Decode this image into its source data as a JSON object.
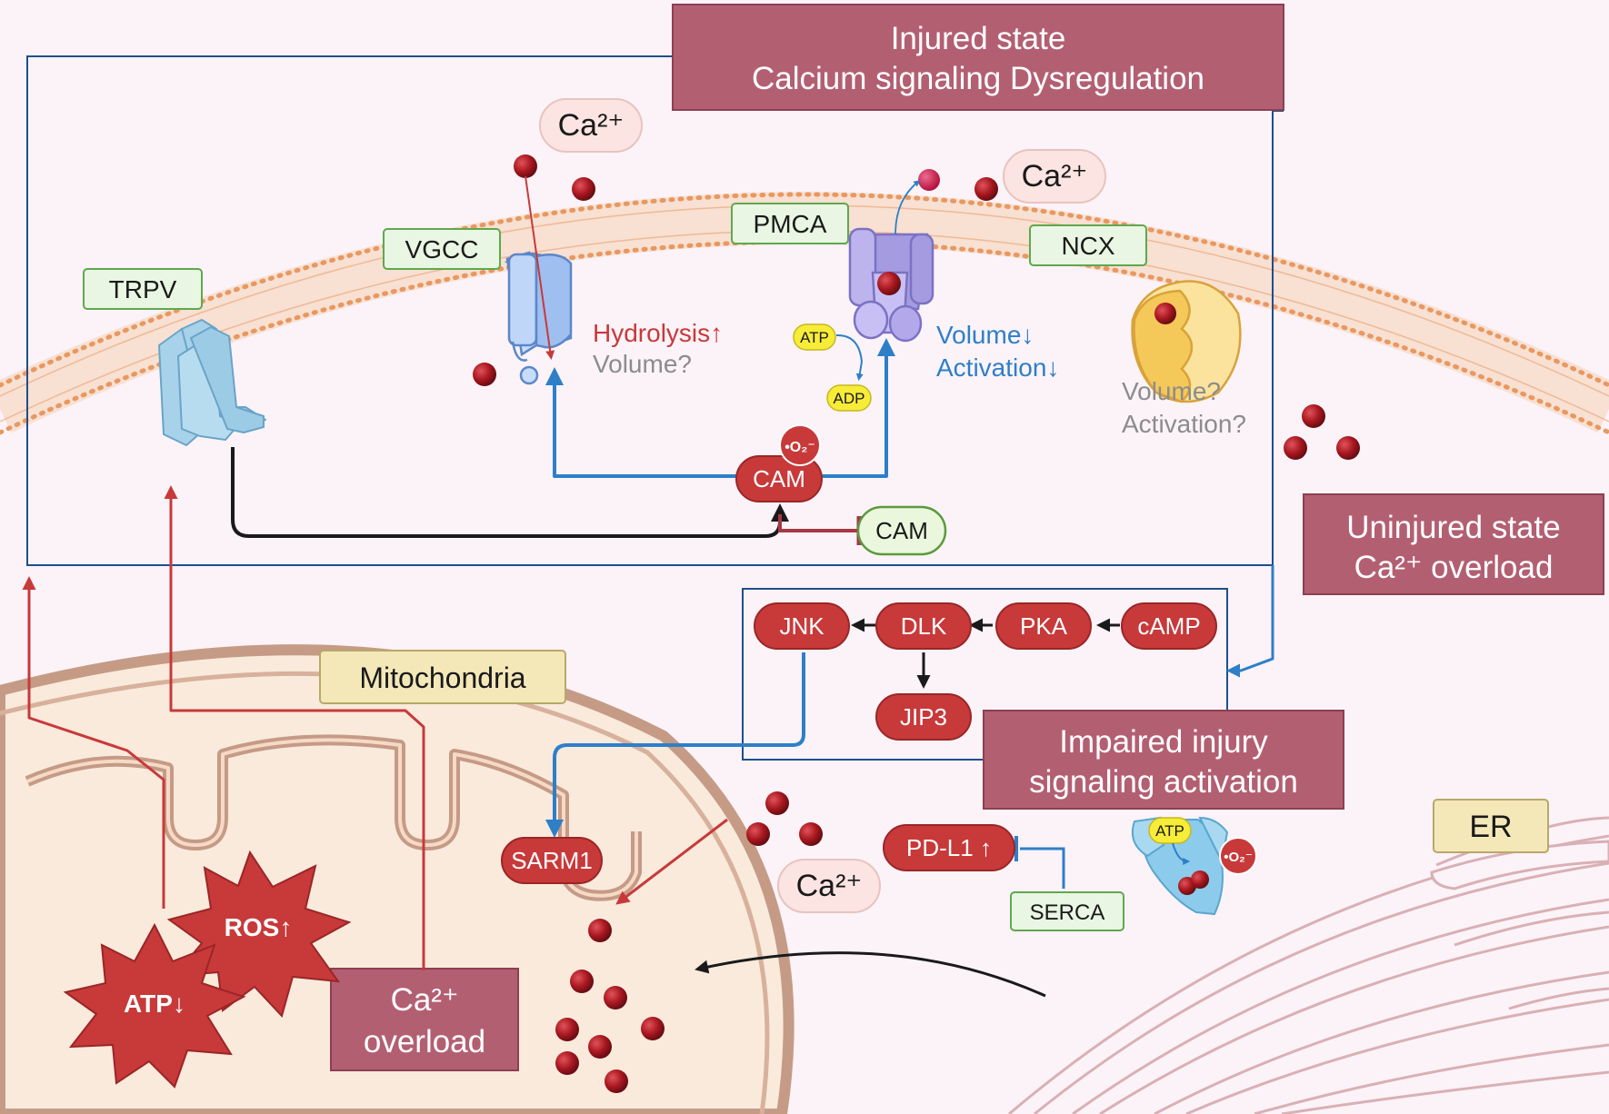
{
  "colors": {
    "background": "#fbf3f8",
    "box_fill": "#b35f72",
    "box_border": "#8e3f52",
    "box_text": "#ffffff",
    "node_red": "#c8393a",
    "node_red_border": "#9a2626",
    "label_green_fill": "#e9f6e3",
    "label_green_border": "#5fa84e",
    "label_tan_fill": "#f4e8b9",
    "label_tan_border": "#b8a86a",
    "arrow_blue": "#2e7fc8",
    "arrow_red": "#c8393a",
    "frame_blue": "#1d4f8c",
    "membrane": "#e89860",
    "mito_wall": "#c59b86",
    "er_wall": "#d9b0b5",
    "calcium": "#9e1620",
    "cam_green_fill": "#eaf7dd",
    "cam_green_border": "#5a9a3e",
    "gray_text": "#8c8c8c",
    "red_text": "#c8393a",
    "blue_text": "#2e7fc8"
  },
  "titles": {
    "injured_line1": "Injured state",
    "injured_line2": "Calcium signaling Dysregulation",
    "uninjured_line1": "Uninjured state",
    "uninjured_line2": "Ca²⁺ overload",
    "impaired_line1": "Impaired injury",
    "impaired_line2": "signaling activation",
    "overload_line1": "Ca²⁺",
    "overload_line2": "overload"
  },
  "calcium_labels": {
    "top": "Ca²⁺",
    "right": "Ca²⁺",
    "mito": "Ca²⁺"
  },
  "channels": {
    "trpv": "TRPV",
    "vgcc": "VGCC",
    "pmca": "PMCA",
    "ncx": "NCX"
  },
  "annotations": {
    "hydrolysis": "Hydrolysis↑",
    "volume_q": "Volume?",
    "volume_down": "Volume↓",
    "activation_down": "Activation↓",
    "ncx_volume": "Volume?",
    "ncx_activation": "Activation?"
  },
  "molecules": {
    "atp": "ATP",
    "adp": "ADP",
    "cam_red": "CAM",
    "cam_green": "CAM",
    "superoxide": "•O₂⁻",
    "atp_er": "ATP",
    "superoxide_er": "•O₂⁻"
  },
  "pathway": {
    "jnk": "JNK",
    "dlk": "DLK",
    "pka": "PKA",
    "camp": "cAMP",
    "jip3": "JIP3",
    "sarm1": "SARM1",
    "pdl1": "PD-L1 ↑",
    "serca": "SERCA"
  },
  "organelles": {
    "mitochondria": "Mitochondria",
    "er": "ER"
  },
  "bursts": {
    "ros": "ROS↑",
    "atp": "ATP↓"
  }
}
